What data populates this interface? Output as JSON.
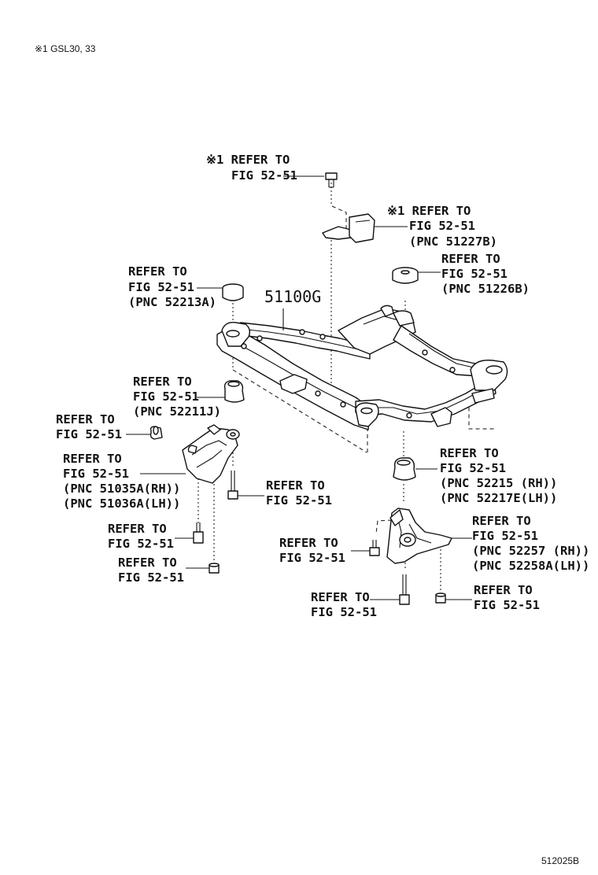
{
  "header_note": "※1 GSL30, 33",
  "footer_code": "512025B",
  "main_part_number": "51100G",
  "callouts": [
    {
      "lines": [
        "※1 REFER TO",
        "FIG 52-51"
      ]
    },
    {
      "lines": [
        "※1 REFER TO",
        "FIG 52-51",
        "(PNC 51227B)"
      ]
    },
    {
      "lines": [
        "REFER TO",
        "FIG 52-51",
        "(PNC 52213A)"
      ]
    },
    {
      "lines": [
        "REFER TO",
        "FIG 52-51",
        "(PNC 51226B)"
      ]
    },
    {
      "lines": [
        "REFER TO",
        "FIG 52-51",
        "(PNC 52211J)"
      ]
    },
    {
      "lines": [
        "REFER TO",
        "FIG 52-51"
      ]
    },
    {
      "lines": [
        "REFER TO",
        "FIG 52-51",
        "(PNC 51035A(RH))",
        "(PNC 51036A(LH))"
      ]
    },
    {
      "lines": [
        "REFER TO",
        "FIG 52-51"
      ]
    },
    {
      "lines": [
        "REFER TO",
        "FIG 52-51"
      ]
    },
    {
      "lines": [
        "REFER TO",
        "FIG 52-51"
      ]
    },
    {
      "lines": [
        "REFER TO",
        "FIG 52-51",
        "(PNC 52215 (RH))",
        "(PNC 52217E(LH))"
      ]
    },
    {
      "lines": [
        "REFER TO",
        "FIG 52-51",
        "(PNC 52257 (RH))",
        "(PNC 52258A(LH))"
      ]
    },
    {
      "lines": [
        "REFER TO",
        "FIG 52-51"
      ]
    },
    {
      "lines": [
        "REFER TO",
        "FIG 52-51"
      ]
    },
    {
      "lines": [
        "REFER TO",
        "FIG 52-51"
      ]
    }
  ]
}
